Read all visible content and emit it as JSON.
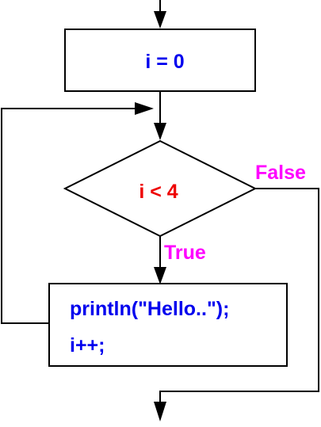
{
  "init_box": {
    "text": "i = 0"
  },
  "condition": {
    "text": "i < 4"
  },
  "body_box": {
    "lines": [
      "println(\"Hello..\");",
      "i++;"
    ]
  },
  "branches": {
    "true_label": "True",
    "false_label": "False"
  },
  "colors": {
    "statement_text": "#0000ee",
    "condition_text": "#ee0000",
    "branch_label": "#ff00ff",
    "stroke": "#000000",
    "fill": "#ffffff"
  }
}
